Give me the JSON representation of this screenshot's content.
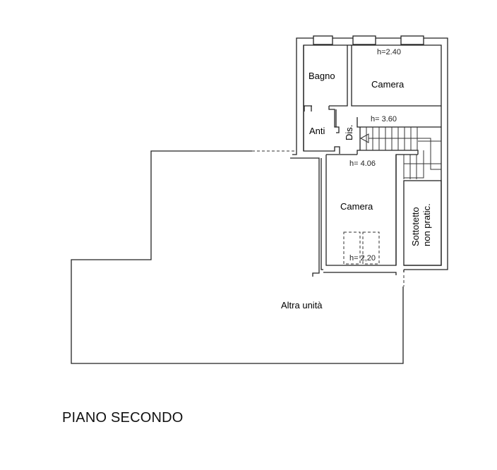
{
  "plan": {
    "title": "PIANO SECONDO",
    "rooms": [
      {
        "name": "Bagno",
        "label": "Bagno"
      },
      {
        "name": "Camera",
        "label": "Camera",
        "height": "h=2.40"
      },
      {
        "name": "Anti",
        "label": "Anti"
      },
      {
        "name": "Dis",
        "label": "Dis."
      },
      {
        "name": "Stair landing",
        "height": "h= 3.60"
      },
      {
        "name": "Camera 2",
        "label": "Camera",
        "height": "h= 4.06",
        "height_low": "h= 2,20"
      },
      {
        "name": "Sottotetto",
        "label_line1": "Sottotetto",
        "label_line2": "non pratic."
      },
      {
        "name": "Altra unita",
        "label": "Altra unità"
      }
    ]
  }
}
